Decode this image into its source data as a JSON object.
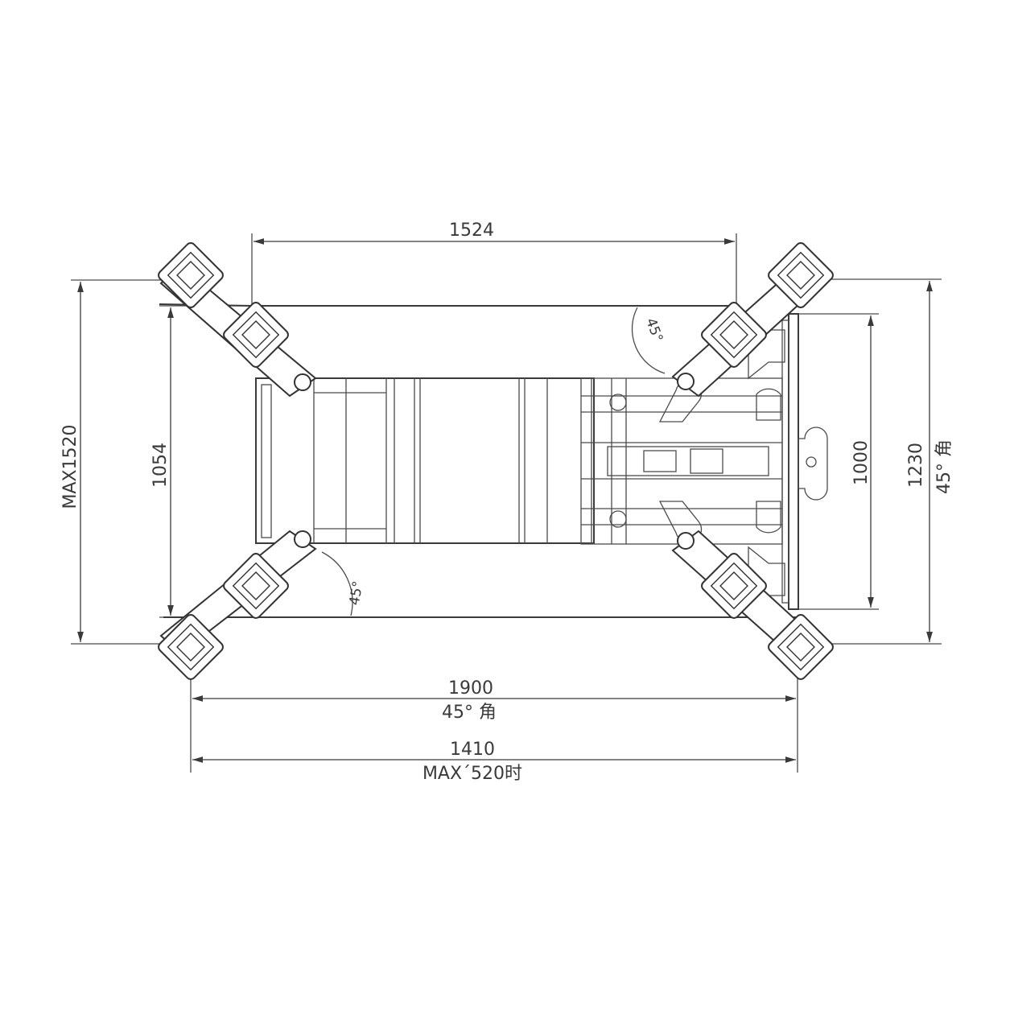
{
  "dimensions": {
    "top_width": "1524",
    "left_outer_height": "MAX1520",
    "left_inner_height": "1054",
    "right_inner_height": "1000",
    "right_outer_height": "1230",
    "right_outer_angle": "45° 角",
    "bottom_first_value": "1900",
    "bottom_first_note": "45° 角",
    "bottom_second_value": "1410",
    "bottom_second_note": "MAX´520时"
  },
  "angles": {
    "top_right": "45°",
    "bottom_left": "45°"
  }
}
